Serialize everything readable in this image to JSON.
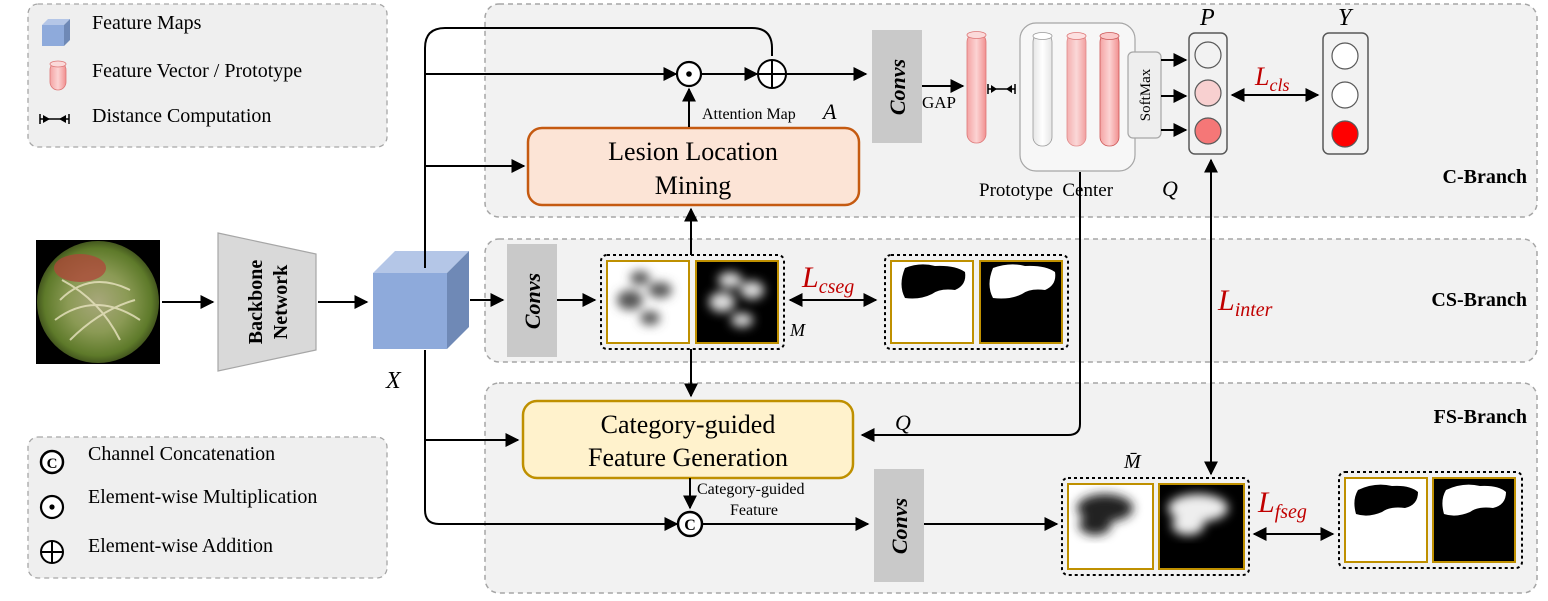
{
  "legend_top": {
    "feature_maps": "Feature Maps",
    "feature_vector": "Feature Vector / Prototype",
    "distance": "Distance Computation"
  },
  "legend_bottom": {
    "concat": "Channel Concatenation",
    "mult": "Element-wise Multiplication",
    "add": "Element-wise Addition"
  },
  "branches": {
    "c": "C-Branch",
    "cs": "CS-Branch",
    "fs": "FS-Branch"
  },
  "modules": {
    "backbone_line1": "Backbone",
    "backbone_line2": "Network",
    "llm_line1": "Lesion Location",
    "llm_line2": "Mining",
    "cfg_line1": "Category-guided",
    "cfg_line2": "Feature Generation",
    "convs": "Convs"
  },
  "labels": {
    "x": "X",
    "attention": "Attention Map",
    "attention_sym": "A",
    "gap": "GAP",
    "softmax": "SoftMax",
    "proto_center": "Prototype  Center",
    "q": "Q",
    "p": "P",
    "y": "Y",
    "m": "M",
    "mbar": "M̄",
    "cg_feature_line1": "Category-guided",
    "cg_feature_line2": "Feature"
  },
  "losses": {
    "cls": {
      "main": "L",
      "sub": "cls"
    },
    "cseg": {
      "main": "L",
      "sub": "cseg"
    },
    "inter": {
      "main": "L",
      "sub": "inter"
    },
    "fseg": {
      "main": "L",
      "sub": "fseg"
    }
  },
  "colors": {
    "accent_red": "#c00000",
    "llm_fill": "#fce4d6",
    "llm_stroke": "#c55a11",
    "cfg_fill": "#fff2cc",
    "cfg_stroke": "#bf9000",
    "cube": "#8eaadb",
    "convs_fill": "#c9c9c9",
    "backbone_fill": "#d9d9d9"
  }
}
